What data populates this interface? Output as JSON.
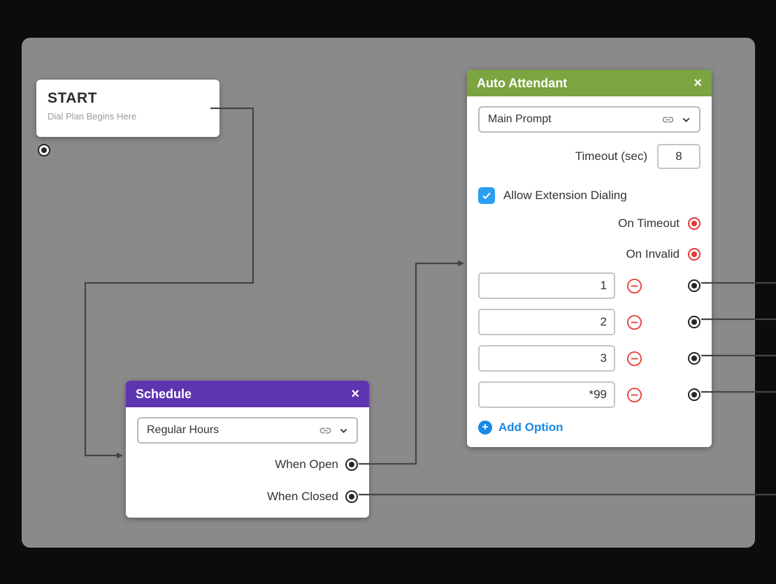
{
  "colors": {
    "canvas_bg": "#8a8a8a",
    "frame_bg": "#0c0c0c",
    "schedule_header": "#5e35b1",
    "attendant_header": "#7ca440",
    "connector": "#454545",
    "port_dark": "#262626",
    "port_red": "#e53935",
    "remove_red": "#e8453c",
    "add_blue": "#1789e6",
    "checkbox_blue": "#2b9ff2"
  },
  "start_node": {
    "title": "START",
    "subtitle": "Dial Plan Begins Here"
  },
  "schedule_node": {
    "title": "Schedule",
    "close_label": "×",
    "dropdown_value": "Regular Hours",
    "outputs": [
      {
        "label": "When Open"
      },
      {
        "label": "When Closed"
      }
    ]
  },
  "auto_attendant_node": {
    "title": "Auto Attendant",
    "close_label": "×",
    "dropdown_value": "Main Prompt",
    "timeout_label": "Timeout (sec)",
    "timeout_value": "8",
    "extension_checkbox": {
      "label": "Allow Extension Dialing",
      "checked": true
    },
    "event_outputs": [
      {
        "label": "On Timeout"
      },
      {
        "label": "On Invalid"
      }
    ],
    "options": [
      {
        "value": "1"
      },
      {
        "value": "2"
      },
      {
        "value": "3"
      },
      {
        "value": "*99"
      }
    ],
    "add_option_label": "Add Option",
    "add_icon": "+"
  }
}
